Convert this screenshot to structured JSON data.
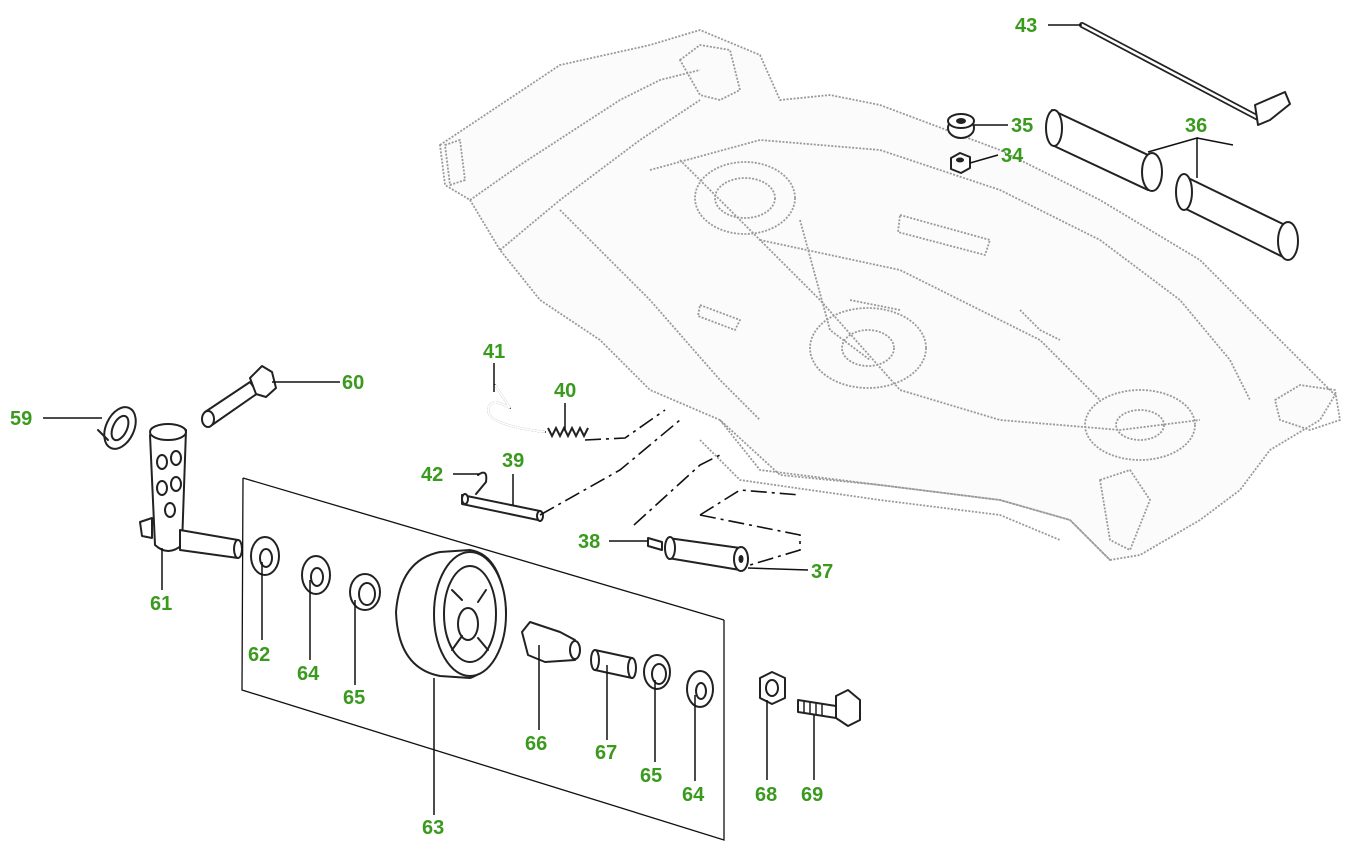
{
  "diagram": {
    "label_color": "#3a9a1e",
    "line_color": "#111111",
    "deck_outline_color": "#9a9a9a",
    "callouts": {
      "c34": "34",
      "c35": "35",
      "c36": "36",
      "c37": "37",
      "c38": "38",
      "c39": "39",
      "c40": "40",
      "c41": "41",
      "c42": "42",
      "c43": "43",
      "c59": "59",
      "c60": "60",
      "c61": "61",
      "c62": "62",
      "c63": "63",
      "c64a": "64",
      "c65a": "65",
      "c66": "66",
      "c67": "67",
      "c65b": "65",
      "c64b": "64",
      "c68": "68",
      "c69": "69"
    }
  }
}
